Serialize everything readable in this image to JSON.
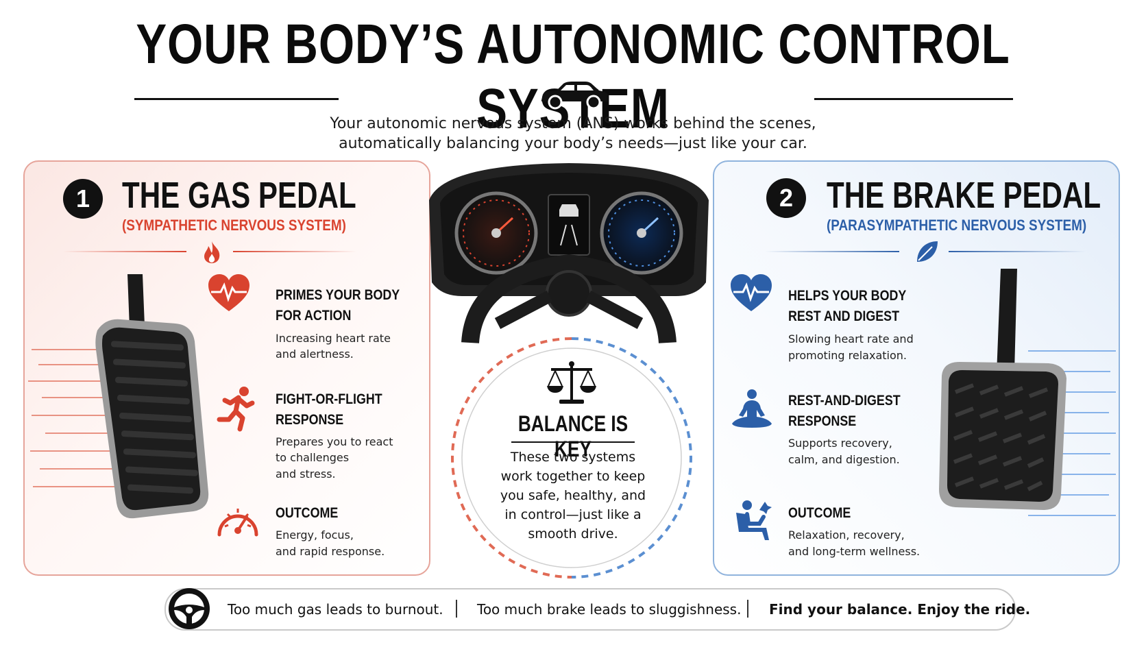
{
  "title": "YOUR BODY’S AUTONOMIC CONTROL SYSTEM",
  "subtitle": {
    "line1": "Your autonomic nervous system (ANS) works behind the scenes,",
    "line2": "automatically balancing your body’s needs—just like your car."
  },
  "colors": {
    "gas_accent": "#d9432f",
    "brake_accent": "#2c5fa8",
    "text": "#111111"
  },
  "gas": {
    "number": "1",
    "title": "THE GAS PEDAL",
    "subtitle": "(SYMPATHETIC NERVOUS SYSTEM)",
    "divider_icon": "flame-icon",
    "items": [
      {
        "icon": "heart-pulse-icon",
        "head1": "PRIMES YOUR BODY",
        "head2": "FOR ACTION",
        "desc1": "Increasing heart rate",
        "desc2": "and alertness.",
        "desc3": ""
      },
      {
        "icon": "running-person-icon",
        "head1": "FIGHT-OR-FLIGHT",
        "head2": "RESPONSE",
        "desc1": "Prepares you to react",
        "desc2": "to challenges",
        "desc3": "and stress."
      },
      {
        "icon": "speedometer-icon",
        "head1": "OUTCOME",
        "head2": "",
        "desc1": "Energy, focus,",
        "desc2": "and rapid response.",
        "desc3": ""
      }
    ]
  },
  "brake": {
    "number": "2",
    "title": "THE BRAKE PEDAL",
    "subtitle": "(PARASYMPATHETIC NERVOUS SYSTEM)",
    "divider_icon": "leaf-icon",
    "items": [
      {
        "icon": "heart-pulse-icon",
        "head1": "HELPS YOUR BODY",
        "head2": "REST AND DIGEST",
        "desc1": "Slowing heart rate and",
        "desc2": "promoting relaxation.",
        "desc3": ""
      },
      {
        "icon": "meditation-icon",
        "head1": "REST-AND-DIGEST",
        "head2": "RESPONSE",
        "desc1": "Supports recovery,",
        "desc2": "calm, and digestion.",
        "desc3": ""
      },
      {
        "icon": "relaxing-chair-icon",
        "head1": "OUTCOME",
        "head2": "",
        "desc1": "Relaxation, recovery,",
        "desc2": "and long-term wellness.",
        "desc3": ""
      }
    ]
  },
  "center": {
    "icon": "balance-scale-icon",
    "title": "BALANCE IS KEY",
    "desc1": "These two systems",
    "desc2": "work together to keep",
    "desc3": "you safe, healthy, and",
    "desc4": "in control—just like a",
    "desc5": "smooth drive."
  },
  "footer": {
    "icon": "steering-wheel-icon",
    "part1": "Too much gas leads to burnout.",
    "sep": "|",
    "part2": "Too much brake leads to sluggishness.",
    "part3": "Find your balance. Enjoy the ride."
  }
}
